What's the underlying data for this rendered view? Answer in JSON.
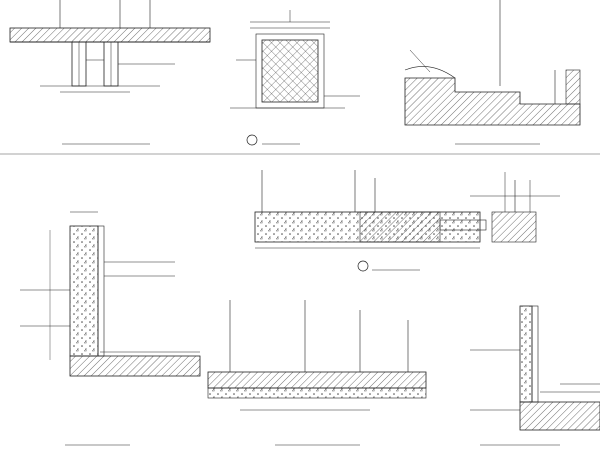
{
  "details": [
    {
      "id": "detail-1",
      "title": "",
      "scale": ""
    },
    {
      "id": "detail-2",
      "title": "",
      "scale": ""
    },
    {
      "id": "detail-3",
      "title": "",
      "scale": ""
    },
    {
      "id": "detail-4",
      "title": "",
      "scale": ""
    },
    {
      "id": "detail-5",
      "title": "",
      "scale": ""
    },
    {
      "id": "detail-6",
      "title": "",
      "scale": ""
    },
    {
      "id": "detail-7",
      "title": "",
      "scale": ""
    },
    {
      "id": "detail-8",
      "title": "",
      "scale": ""
    }
  ]
}
